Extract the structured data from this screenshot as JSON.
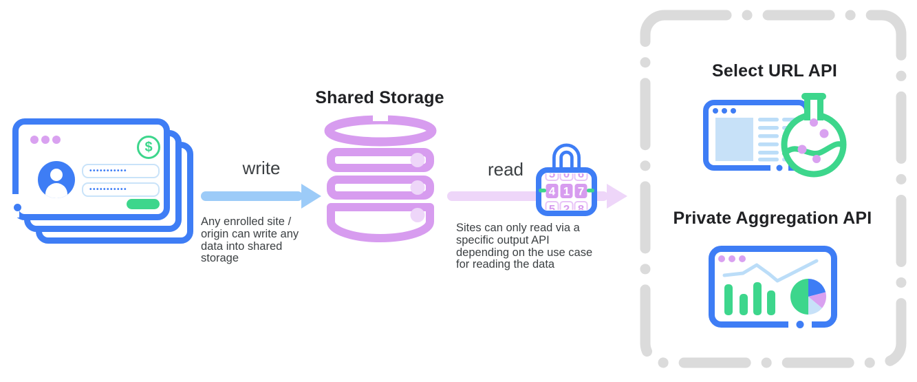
{
  "colors": {
    "blue": "#3E7DF5",
    "light_blue": "#9CCBF8",
    "pale_blue": "#C7E1F8",
    "line_blue": "#BBDDF8",
    "purple": "#D79CEF",
    "pale_purple": "#EED6F9",
    "dot_purple": "#D9A1F0",
    "green": "#3DD68C",
    "gray": "#DBDBDB",
    "ink": "#202124",
    "caption": "#3C4043"
  },
  "shared_storage": {
    "title": "Shared Storage"
  },
  "write_flow": {
    "label": "write",
    "caption": "Any enrolled site /\norigin can write any\ndata into shared\nstorage"
  },
  "read_flow": {
    "label": "read",
    "caption": "Sites can only read via a\nspecific output API\ndepending on the use case\nfor reading the data"
  },
  "lock": {
    "digits": [
      "4",
      "1",
      "7"
    ],
    "digits_top": [
      "5",
      "0",
      "6"
    ],
    "digits_bottom": [
      "5",
      "2",
      "8"
    ]
  },
  "login_card": {
    "currency_symbol": "$",
    "password_dots_1": "•••••••••••",
    "password_dots_2": "•••••••••••"
  },
  "output_apis": {
    "select_url_title": "Select URL API",
    "private_aggregation_title": "Private Aggregation API"
  }
}
